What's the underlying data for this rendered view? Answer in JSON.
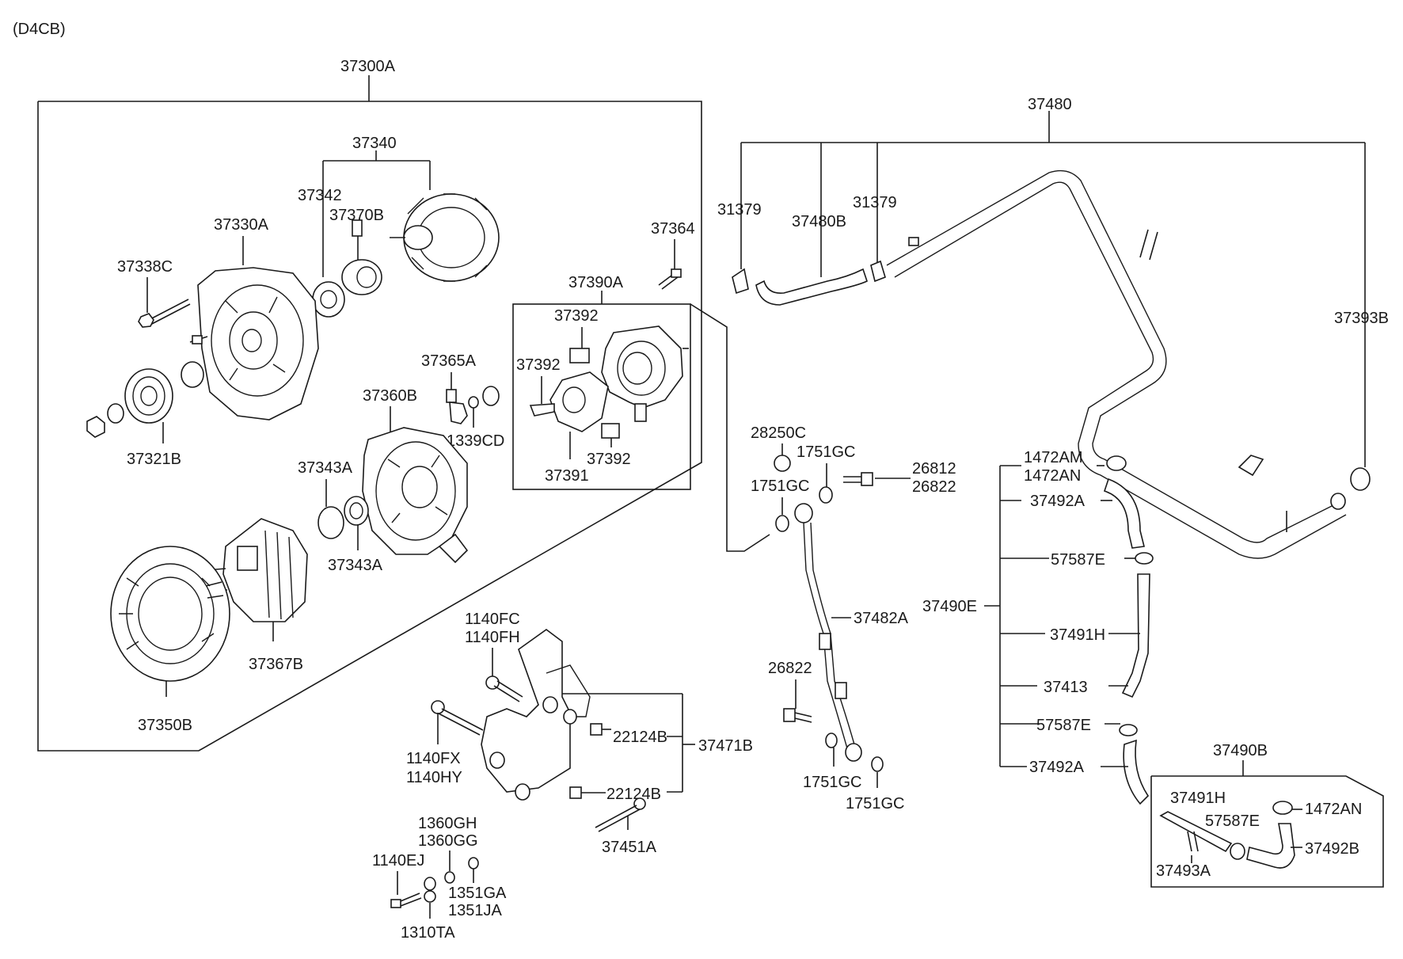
{
  "engine_code": "(D4CB)",
  "colors": {
    "line": "#1a1a1a",
    "background": "#ffffff"
  },
  "labels": {
    "a37300A": "37300A",
    "a37340": "37340",
    "a37342": "37342",
    "a37370B": "37370B",
    "a37330A": "37330A",
    "a37338C": "37338C",
    "a37321B": "37321B",
    "a37364": "37364",
    "a37390A": "37390A",
    "a37392_top": "37392",
    "a37392_left": "37392",
    "a37392_bottom": "37392",
    "a37391": "37391",
    "a37365A": "37365A",
    "a1339CD": "1339CD",
    "a37360B": "37360B",
    "a37343A_top": "37343A",
    "a37343A_bottom": "37343A",
    "a37367B": "37367B",
    "a37350B": "37350B",
    "a37480": "37480",
    "a31379_left": "31379",
    "a37480B": "37480B",
    "a31379_right": "31379",
    "a37393B": "37393B",
    "a28250C": "28250C",
    "a1751GC_1": "1751GC",
    "a1751GC_2": "1751GC",
    "a26812": "26812",
    "a26822_top": "26822",
    "a37482A": "37482A",
    "a26822_left": "26822",
    "a1751GC_3": "1751GC",
    "a1751GC_4": "1751GC",
    "a1472AM": "1472AM",
    "a1472AN": "1472AN",
    "a37492A_1": "37492A",
    "a57587E_1": "57587E",
    "a37490E": "37490E",
    "a37491H": "37491H",
    "a37413": "37413",
    "a57587E_2": "57587E",
    "a37492A_2": "37492A",
    "a37490B": "37490B",
    "a37491H_b": "37491H",
    "a57587E_b": "57587E",
    "a1472AN_b": "1472AN",
    "a37492B": "37492B",
    "a37493A": "37493A",
    "a1140FC": "1140FC",
    "a1140FH": "1140FH",
    "a1140FX": "1140FX",
    "a1140HY": "1140HY",
    "a22124B_1": "22124B",
    "a22124B_2": "22124B",
    "a37471B": "37471B",
    "a1360GH": "1360GH",
    "a1360GG": "1360GG",
    "a37451A": "37451A",
    "a1140EJ": "1140EJ",
    "a1351GA": "1351GA",
    "a1351JA": "1351JA",
    "a1310TA": "1310TA"
  }
}
